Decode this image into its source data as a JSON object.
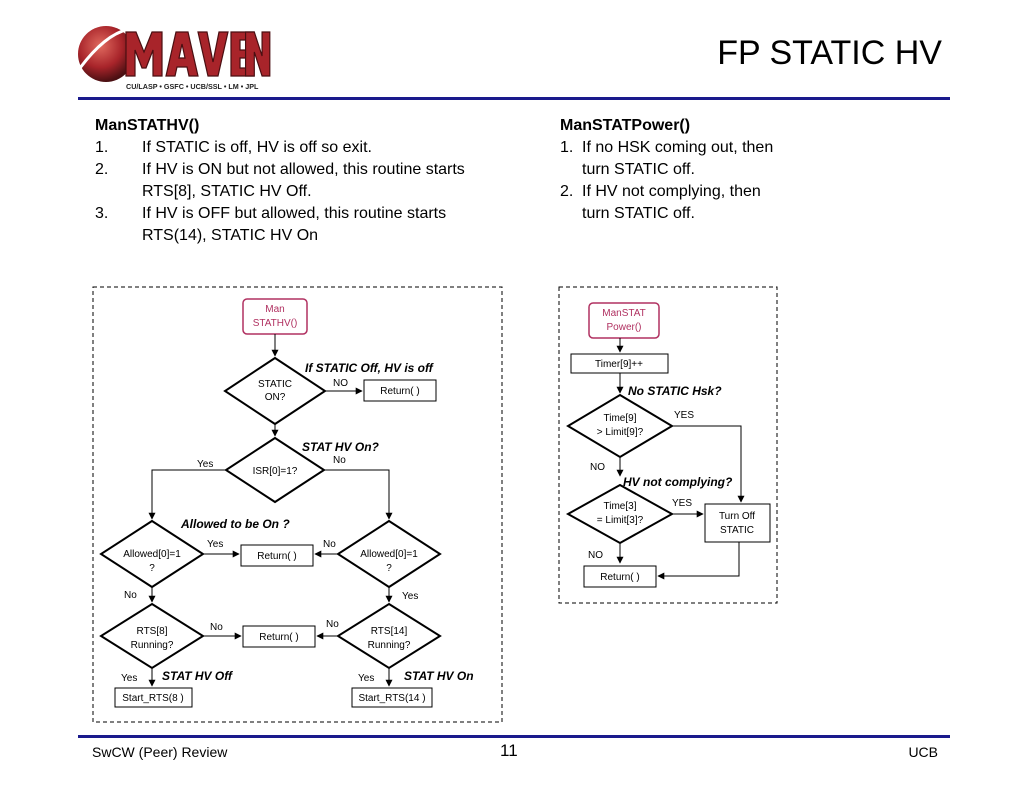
{
  "slide": {
    "title": "FP STATIC HV",
    "footer_left": "SwCW (Peer) Review",
    "page_number": "11",
    "footer_right": "UCB"
  },
  "logo": {
    "name": "MAVEN",
    "tagline": "CU/LASP • GSFC • UCB/SSL • LM • JPL"
  },
  "left_text": {
    "heading": "ManSTATHV()",
    "items": [
      {
        "num": "1.",
        "lines": [
          "If STATIC is off, HV is off so exit."
        ]
      },
      {
        "num": "2.",
        "lines": [
          "If HV is ON but not allowed, this routine starts",
          "RTS[8], STATIC HV Off."
        ]
      },
      {
        "num": "3.",
        "lines": [
          "If HV is OFF but allowed, this routine starts",
          "RTS(14), STATIC HV On"
        ]
      }
    ]
  },
  "right_text": {
    "heading": "ManSTATPower()",
    "items": [
      {
        "num": "1.",
        "lines": [
          "If no HSK coming out, then",
          "turn STATIC off."
        ]
      },
      {
        "num": "2.",
        "lines": [
          "If HV not complying, then",
          "turn STATIC off."
        ]
      }
    ]
  },
  "left_flow": {
    "start": [
      "Man",
      "STATHV()"
    ],
    "static_on": [
      "STATIC",
      "ON?"
    ],
    "return1": "Return( )",
    "isr": "ISR[0]=1?",
    "allowed_left": [
      "Allowed[0]=1",
      "?"
    ],
    "return2": "Return( )",
    "allowed_right": [
      "Allowed[0]=1",
      "?"
    ],
    "rts8": [
      "RTS[8]",
      "Running?"
    ],
    "return3": "Return( )",
    "rts14": [
      "RTS[14]",
      "Running?"
    ],
    "start_rts8": "Start_RTS(8 )",
    "start_rts14": "Start_RTS(14 )",
    "notes": {
      "static_off": "If STATIC Off, HV is off",
      "stat_hv_on_q": "STAT HV On?",
      "allowed_on": "Allowed to be On ?",
      "stat_hv_off": "STAT HV Off",
      "stat_hv_on": "STAT HV On"
    },
    "labels": {
      "no_static": "NO",
      "yes_isr": "Yes",
      "no_isr": "No",
      "yes_allowed_left": "Yes",
      "no_allowed_right": "No",
      "no_allowed_left": "No",
      "yes_allowed_right": "Yes",
      "no_rts8": "No",
      "no_rts14": "No",
      "yes_rts8": "Yes",
      "yes_rts14": "Yes"
    }
  },
  "right_flow": {
    "start": [
      "ManSTAT",
      "Power()"
    ],
    "timer": "Timer[9]++",
    "time9": [
      "Time[9]",
      "> Limit[9]?"
    ],
    "time3": [
      "Time[3]",
      "= Limit[3]?"
    ],
    "turn_off": [
      "Turn Off",
      "STATIC"
    ],
    "return": "Return( )",
    "notes": {
      "no_hsk": "No STATIC Hsk?",
      "hv_not": "HV not complying?"
    },
    "labels": {
      "yes_time9": "YES",
      "no_time9": "NO",
      "yes_time3": "YES",
      "no_time3": "NO"
    }
  },
  "colors": {
    "rule": "#1a1a8c",
    "start_border": "#b03060",
    "start_text": "#b03060",
    "logo_red": "#c0282d",
    "logo_dark": "#4a0f12"
  }
}
